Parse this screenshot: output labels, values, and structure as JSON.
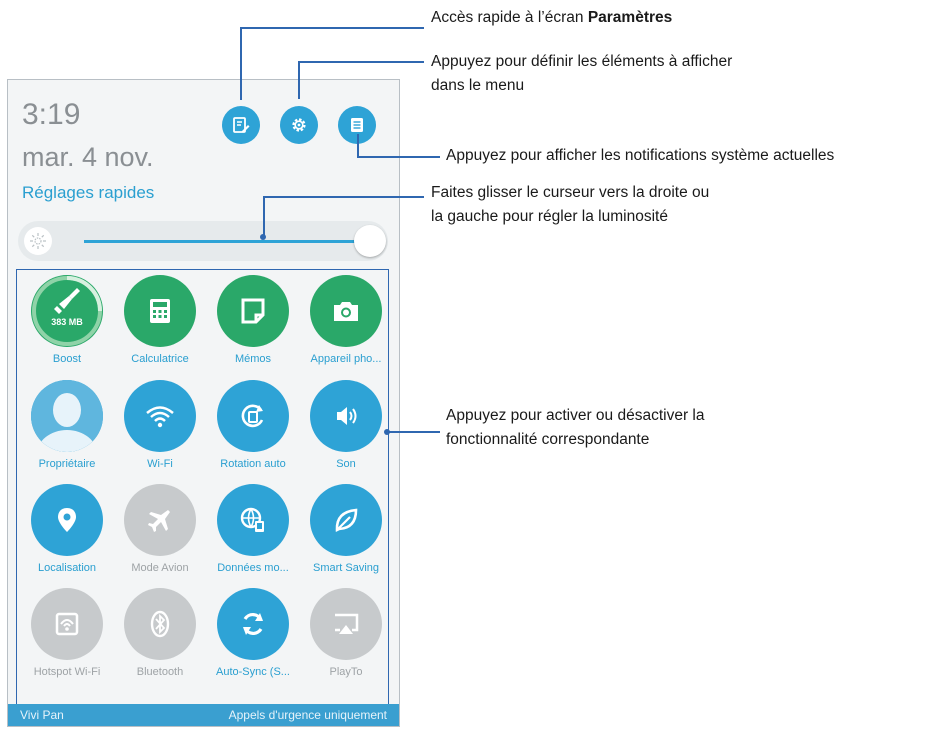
{
  "status": {
    "time": "3:19",
    "date": "mar. 4 nov.",
    "section_title": "Réglages rapides"
  },
  "top_buttons": [
    {
      "icon": "edit-settings-icon"
    },
    {
      "icon": "gear-icon"
    },
    {
      "icon": "notification-list-icon"
    }
  ],
  "brightness": {
    "level": 0.95
  },
  "tiles": [
    {
      "label": "Boost",
      "icon": "broom-icon",
      "state": "boost",
      "extra": "383 MB"
    },
    {
      "label": "Calculatrice",
      "icon": "calculator-icon",
      "state": "green"
    },
    {
      "label": "Mémos",
      "icon": "memo-icon",
      "state": "green"
    },
    {
      "label": "Appareil pho...",
      "icon": "camera-icon",
      "state": "green"
    },
    {
      "label": "Propriétaire",
      "icon": "avatar-icon",
      "state": "on"
    },
    {
      "label": "Wi-Fi",
      "icon": "wifi-icon",
      "state": "on"
    },
    {
      "label": "Rotation auto",
      "icon": "rotation-icon",
      "state": "on"
    },
    {
      "label": "Son",
      "icon": "sound-icon",
      "state": "on"
    },
    {
      "label": "Localisation",
      "icon": "location-icon",
      "state": "on"
    },
    {
      "label": "Mode Avion",
      "icon": "airplane-icon",
      "state": "off"
    },
    {
      "label": "Données mo...",
      "icon": "mobile-data-icon",
      "state": "on"
    },
    {
      "label": "Smart Saving",
      "icon": "leaf-icon",
      "state": "on"
    },
    {
      "label": "Hotspot Wi-Fi",
      "icon": "hotspot-icon",
      "state": "off"
    },
    {
      "label": "Bluetooth",
      "icon": "bluetooth-icon",
      "state": "off"
    },
    {
      "label": "Auto-Sync (S...",
      "icon": "sync-icon",
      "state": "on"
    },
    {
      "label": "PlayTo",
      "icon": "playto-icon",
      "state": "off"
    }
  ],
  "bottom_bar": {
    "left": "Vivi Pan",
    "right": "Appels d'urgence uniquement"
  },
  "callouts": {
    "settings_prefix": "Accès rapide à l’écran ",
    "settings_bold": "Paramètres",
    "define_line1": "Appuyez pour définir les éléments à afficher",
    "define_line2": "dans le menu",
    "notifications": "Appuyez pour afficher les notifications système actuelles",
    "brightness_line1": "Faites glisser le curseur vers la droite ou",
    "brightness_line2": "la gauche pour régler la luminosité",
    "toggle_line1": "Appuyez pour activer ou désactiver  la",
    "toggle_line2": "fonctionnalité correspondante"
  },
  "colors": {
    "accent_blue": "#2ea3d6",
    "active_green": "#2aa869",
    "inactive_grey": "#c7cacc",
    "callout_line": "#2f67b0"
  }
}
